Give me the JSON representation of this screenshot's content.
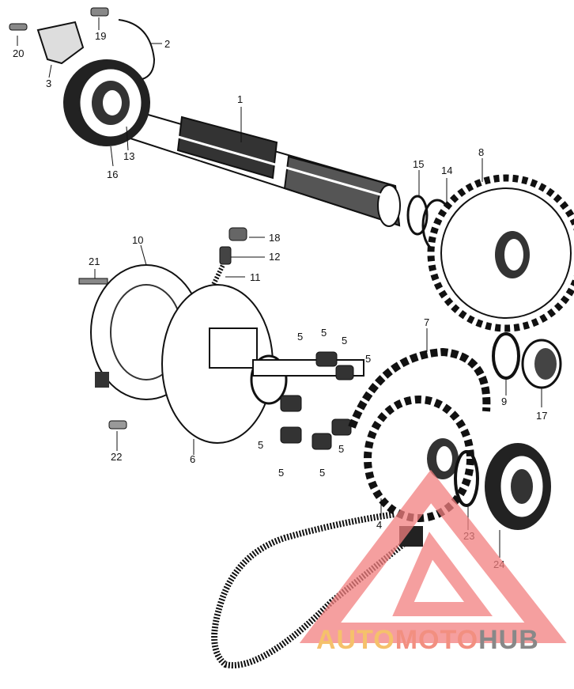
{
  "diagram": {
    "callouts": [
      "20",
      "19",
      "2",
      "3",
      "1",
      "13",
      "16",
      "15",
      "14",
      "8",
      "10",
      "18",
      "12",
      "21",
      "11",
      "5",
      "5",
      "5",
      "5",
      "5",
      "5",
      "5",
      "5",
      "7",
      "9",
      "17",
      "22",
      "6",
      "4",
      "23",
      "24"
    ]
  },
  "watermark": {
    "part1": "AUTO",
    "part2": "MOTO",
    "part3": "HUB",
    "colors": {
      "auto": "#f5c16b",
      "moto": "#f28f80",
      "hub": "#888888",
      "triangle": "#f27f7f"
    }
  }
}
